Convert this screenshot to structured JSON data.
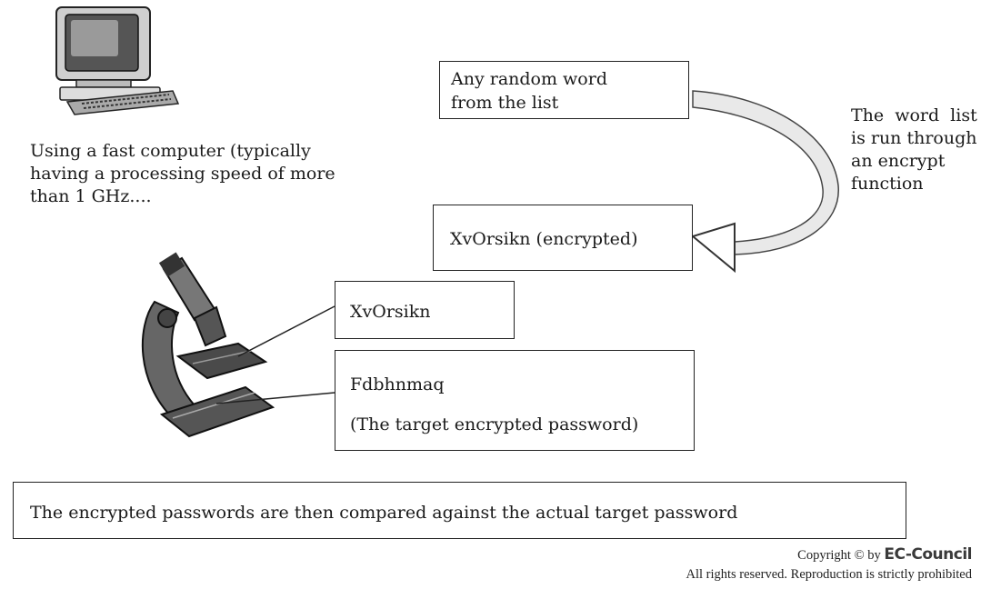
{
  "computer_caption": {
    "line1": "Using a fast computer (typically",
    "line2": "having a processing speed of more",
    "line3": "than 1 GHz...."
  },
  "random_word_box": {
    "line1": "Any random word",
    "line2": "from the list"
  },
  "encrypt_note": {
    "line1": "The word list",
    "line2": "is run through",
    "line3": "an encrypt",
    "line4": "function"
  },
  "encrypted_box": {
    "text": "XvOrsikn (encrypted)"
  },
  "candidate_box": {
    "text": "XvOrsikn"
  },
  "target_box": {
    "line1": "Fdbhnmaq",
    "line2": "(The target encrypted password)"
  },
  "comparison_box": {
    "text": "The encrypted passwords are then compared against the actual target password"
  },
  "copyright": {
    "prefix": "Copyright © by ",
    "brand": "EC-Council",
    "rights": "All rights reserved. Reproduction is strictly prohibited"
  },
  "icons": [
    "computer-icon",
    "microscope-icon"
  ]
}
